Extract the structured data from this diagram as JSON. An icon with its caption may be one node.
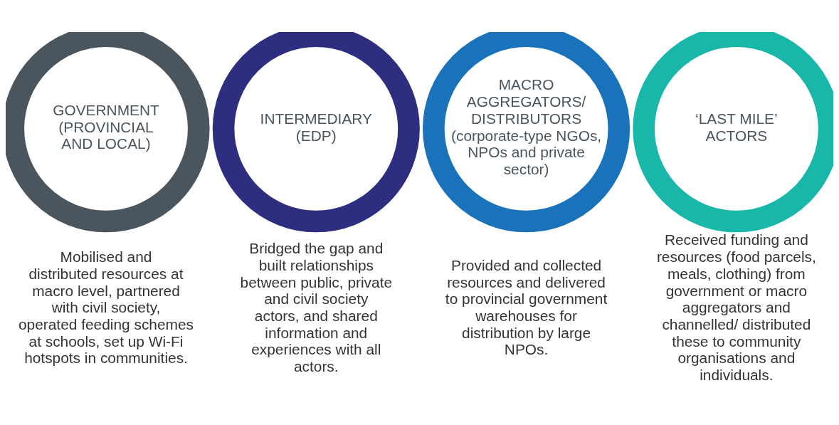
{
  "diagram": {
    "nodes": [
      {
        "text": [
          "GOVERNMENT (PROVINCIAL AND LOCAL)"
        ],
        "beside": [
          "Mobilised and distributed resources at macro level, partnered with civil society, operated feeding schemes at schools, set up Wi-Fi hotspots in communities."
        ]
      },
      {
        "text": [
          "INTERMEDIARY (EDP)"
        ],
        "beside": [
          "Bridged the gap and built relationships between public, private and civil society actors, and shared information and experiences with all actors."
        ]
      },
      {
        "text": [
          "MACRO AGGREGATORS/ DISTRIBUTORS",
          "(corporate-type NGOs, NPOs and private sector)"
        ],
        "beside": [
          "Provided and collected resources and delivered to provincial government warehouses for distribution by large NPOs."
        ]
      },
      {
        "text": [
          "‘LAST MILE’ ACTORS"
        ],
        "beside": [
          "Received funding and resources (food parcels, meals, clothing) from government or macro aggregators and channelled/ distributed these to community organisations and individuals."
        ]
      }
    ]
  }
}
